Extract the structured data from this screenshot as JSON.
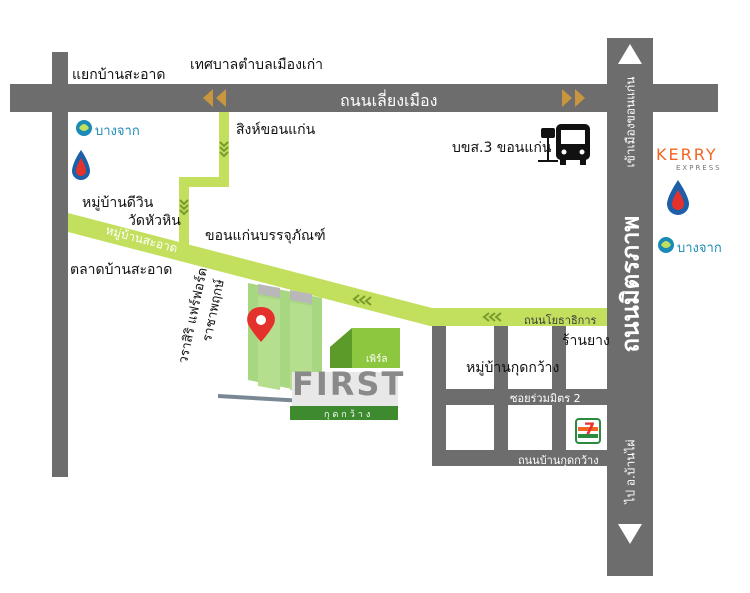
{
  "roads": {
    "main_east_west": "ถนนเลี่ยงเมือง",
    "main_north_south": "ถนนมิตรภาพ",
    "diagonal_green": "หมู่บ้านสะอาด",
    "khlong_road": "ถนนโยธาธิการ",
    "soi_1": "ซอยร่วมมิตร 2",
    "soi_2": "ถนนบ้านกุดกว้าง"
  },
  "directions": {
    "north": "เข้าเมืองขอนแก่น",
    "south": "ไป อ.บ้านไผ่"
  },
  "landmarks": {
    "yaek_ban_sa_at": "แยกบ้านสะอาด",
    "thetsaban": "เทศบาลตำบลเมืองเก่า",
    "sing_khon_kaen": "สิงห์ขอนแก่น",
    "bus_terminal": "บขส.3 ขอนแก่น",
    "moo_ban_dee_win": "หมู่บ้านดีวิน",
    "wat_hua_hin": "วัดหัวหิน",
    "khon_kaen_packaging": "ขอนแก่นบรรจุภัณฑ์",
    "talat_ban_sa_at": "ตลาดบ้านสะอาด",
    "worasit": "วราสิริ แฟร์ฟอร์ด",
    "ratchaphruek": "ราชาพฤกษ์",
    "ran_yang": "ร้านยาง",
    "moo_ban_kut_kwang": "หมู่บ้านกุดกว้าง"
  },
  "project": {
    "prefix": "เพิร์ล",
    "name": "FIRST",
    "sub": "กุดกว้าง"
  },
  "brands": {
    "bangchak": "บางจาก",
    "kerry": "KERRY",
    "kerry_sub": "EXPRESS",
    "seven_eleven": "7"
  },
  "colors": {
    "road_gray": "#6d6d6d",
    "green_road": "#c2e05e",
    "arrow_brown": "#c7963f",
    "pin_red": "#e5312c",
    "project_green": "#8dc63f",
    "kerry_orange": "#f26522",
    "bangchak_blue": "#1a8bb6"
  },
  "icons": [
    "bus-icon",
    "bus-stop-icon",
    "location-pin-icon",
    "ptt-station-icon",
    "bangchak-logo-icon",
    "seven-eleven-icon",
    "arrow-up-icon",
    "arrow-down-icon"
  ]
}
